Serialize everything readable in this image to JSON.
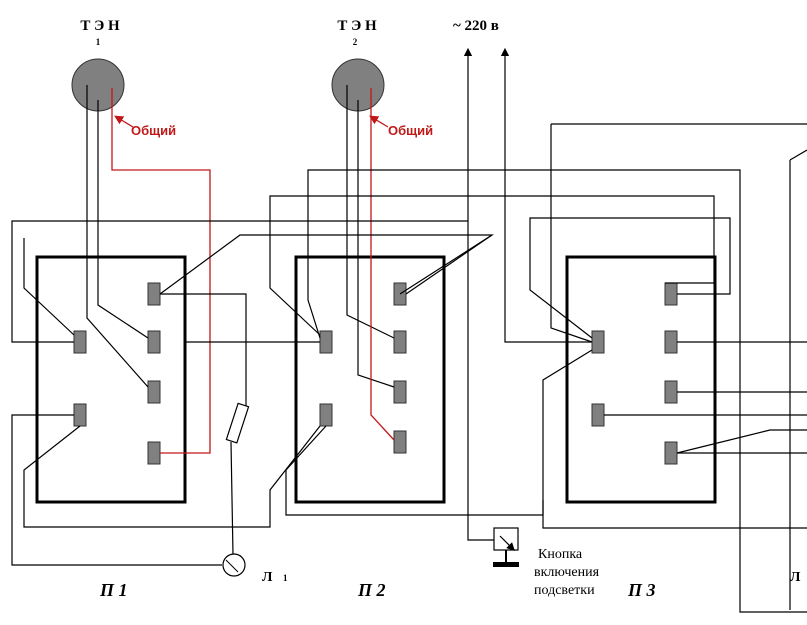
{
  "heaters": [
    {
      "label": "Т Э Н",
      "index": "1",
      "common_label": "Общий"
    },
    {
      "label": "Т Э Н",
      "index": "2",
      "common_label": "Общий"
    }
  ],
  "supply_label": "~  220 в",
  "switches": [
    "П 1",
    "П 2",
    "П 3"
  ],
  "lamps": [
    {
      "label": "Л",
      "index": "1"
    },
    {
      "label": "Л",
      "index": ""
    }
  ],
  "button_label": [
    "Кнопка",
    "включения",
    "подсветки"
  ],
  "colors": {
    "wire": "#000000",
    "common_wire": "#c01818",
    "contact": "#808080",
    "heater": "#808080"
  }
}
